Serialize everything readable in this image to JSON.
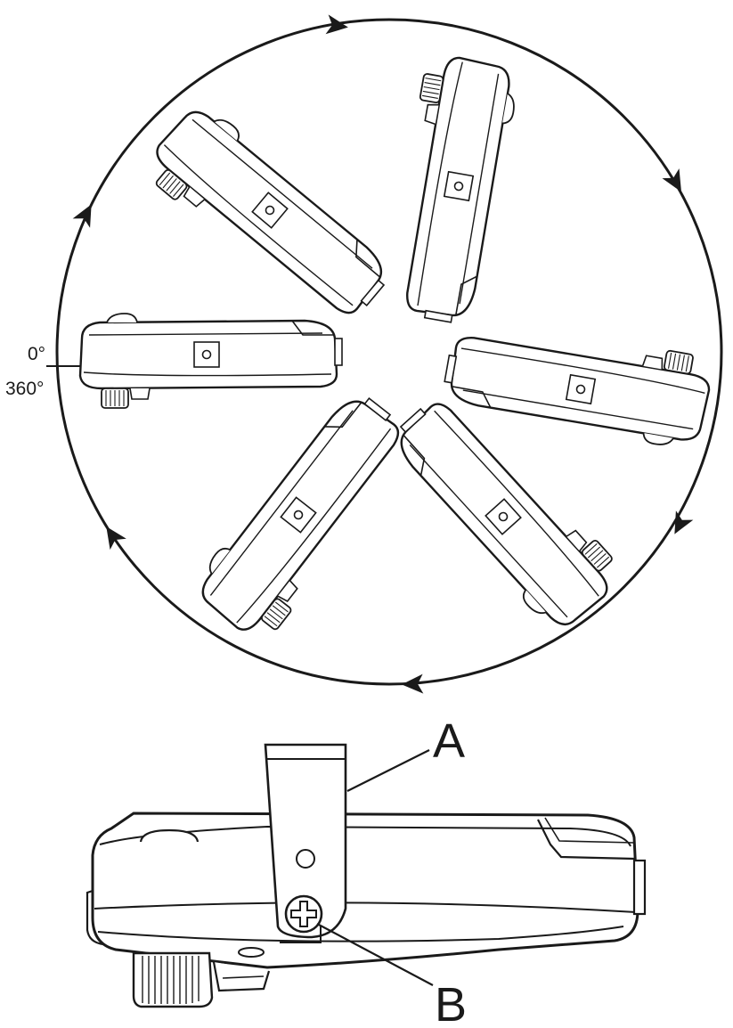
{
  "rotation_diagram": {
    "angle_start_label": "0°",
    "angle_end_label": "360°",
    "device_positions": 6,
    "direction_arrows": 6
  },
  "detail_view": {
    "callout_a": "A",
    "callout_b": "B"
  },
  "colors": {
    "line": "#1a1a1a",
    "fill": "#ffffff",
    "hatch": "#5a5a5a"
  }
}
